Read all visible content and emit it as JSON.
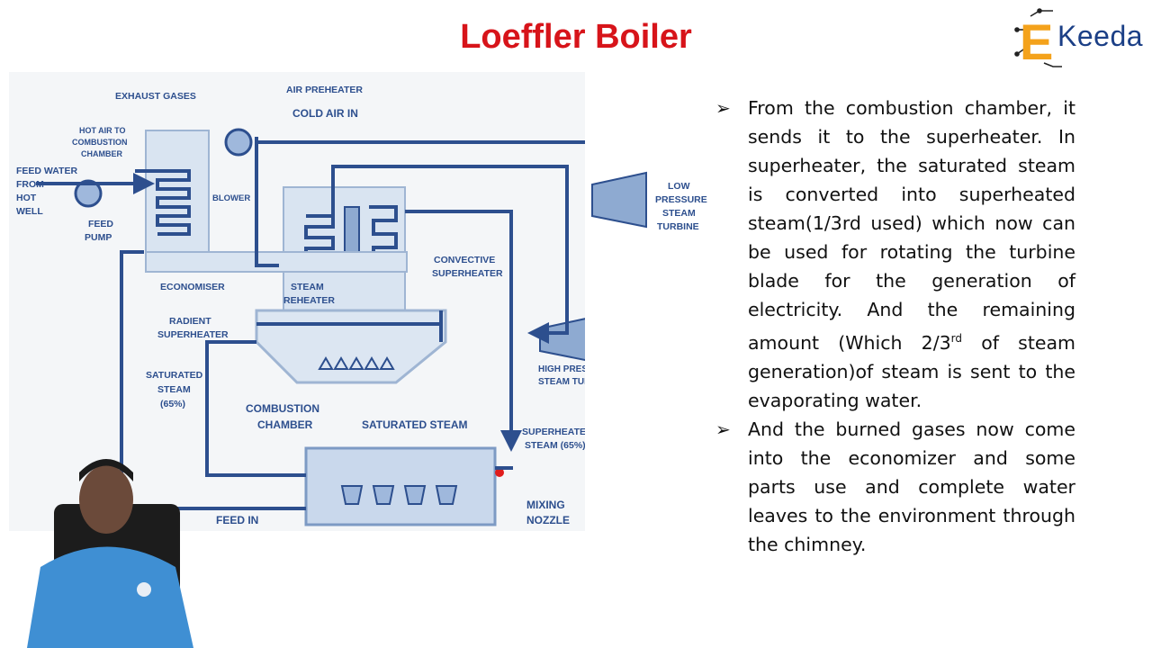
{
  "slide": {
    "title": "Loeffler Boiler",
    "brand": "Keeda",
    "brand_letter": "E"
  },
  "diagram": {
    "labels": {
      "exhaust_gases": "EXHAUST GASES",
      "air_preheater": "AIR PREHEATER",
      "cold_air_in": "COLD AIR IN",
      "hot_air_l1": "HOT AIR TO",
      "hot_air_l2": "COMBUSTION",
      "hot_air_l3": "CHAMBER",
      "feed_water_l1": "FEED WATER",
      "feed_water_l2": "FROM",
      "feed_water_l3": "HOT",
      "feed_water_l4": "WELL",
      "feed_pump_l1": "FEED",
      "feed_pump_l2": "PUMP",
      "blower": "BLOWER",
      "economiser": "ECONOMISER",
      "steam_reheater_l1": "STEAM",
      "steam_reheater_l2": "REHEATER",
      "convective_sh_l1": "CONVECTIVE",
      "convective_sh_l2": "SUPERHEATER",
      "radiant_sh_l1": "RADIENT",
      "radiant_sh_l2": "SUPERHEATER",
      "sat_steam_l1": "SATURATED",
      "sat_steam_l2": "STEAM",
      "sat_steam_l3": "(65%)",
      "combustion_l1": "COMBUSTION",
      "combustion_l2": "CHAMBER",
      "saturated_steam": "SATURATED STEAM",
      "superheated_l1": "SUPERHEATED",
      "superheated_l2": "STEAM (65%)",
      "mixing_l1": "MIXING",
      "mixing_l2": "NOZZLE",
      "feed_in": "FEED IN",
      "lp_turbine_l1": "LOW",
      "lp_turbine_l2": "PRESSURE",
      "lp_turbine_l3": "STEAM",
      "lp_turbine_l4": "TURBINE",
      "hp_turbine_l1": "HIGH PRESSURE",
      "hp_turbine_l2": "STEAM TURBINE"
    }
  },
  "bullets": [
    {
      "marker": "➢",
      "text": "From the combustion chamber, it sends it to the superheater. In superheater, the saturated steam is converted into superheated steam(1/3rd used) which now can be used for rotating the turbine blade for the generation of electricity. And the remaining amount (Which 2/3",
      "sup": "rd",
      "text_after": " of steam generation)of steam is sent to the evaporating water."
    },
    {
      "marker": "➢",
      "text": "And the burned gases now come into the economizer and some parts use and complete water leaves to the environment through the chimney."
    }
  ],
  "colors": {
    "title": "#d7141a",
    "pipe": "#2d4f8e",
    "equipment": "#b9cde6",
    "brand": "#1b3f86",
    "brand_accent": "#f4a21b"
  }
}
